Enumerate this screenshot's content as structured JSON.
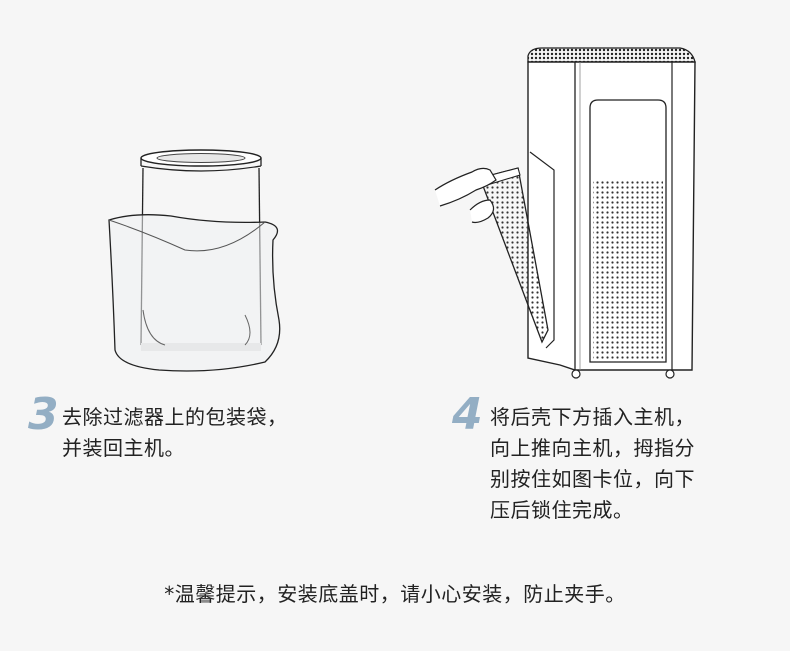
{
  "step3": {
    "number": "3",
    "lines": [
      "去除过滤器上的包装袋，",
      "并装回主机。"
    ]
  },
  "step4": {
    "number": "4",
    "lines": [
      "将后壳下方插入主机，",
      "向上推向主机，拇指分",
      "别按住如图卡位，向下",
      "压后锁住完成。"
    ]
  },
  "note": "*温馨提示，安装底盖时，请小心安装，防止夹手。",
  "colors": {
    "step_number": "#93aec4",
    "background": "#f6f6f6",
    "line": "#222222"
  }
}
